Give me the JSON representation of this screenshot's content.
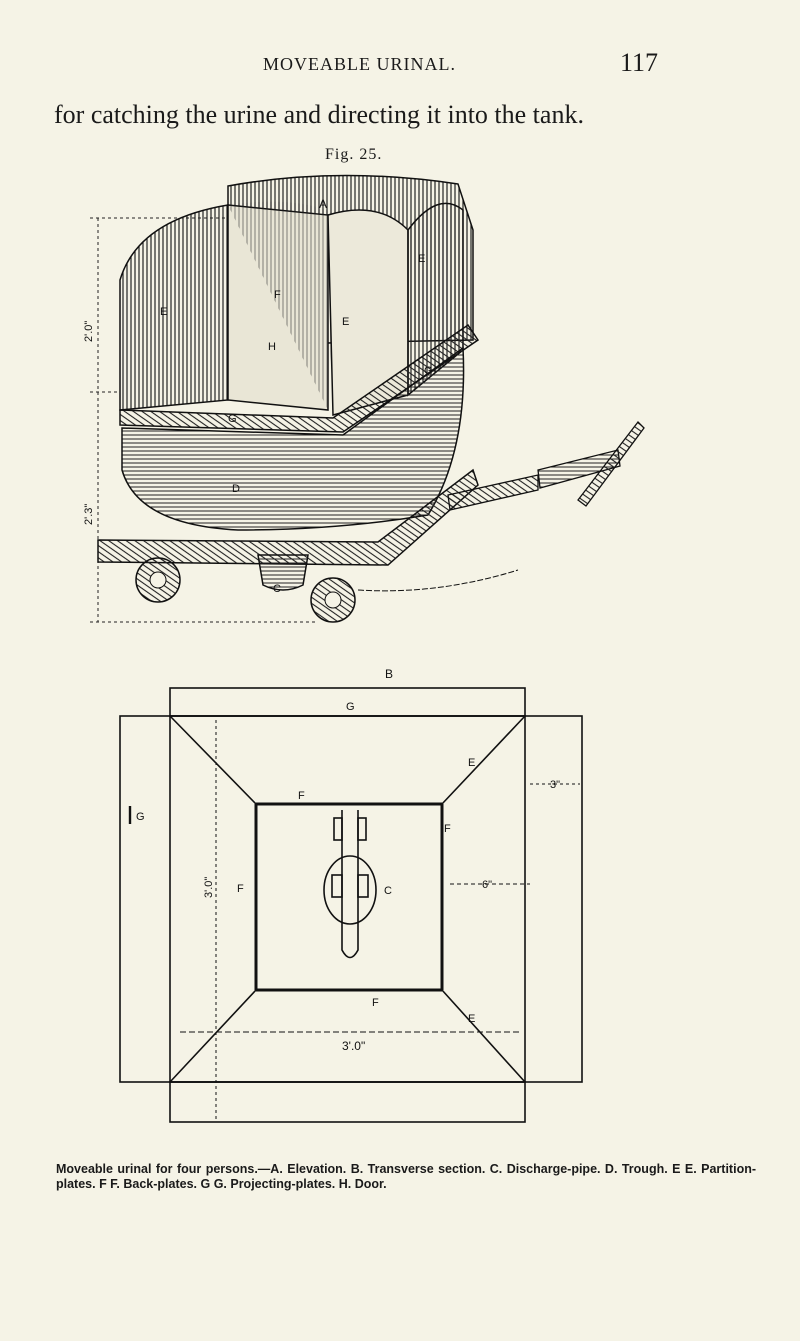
{
  "header": {
    "running_title": "MOVEABLE URINAL.",
    "page_number": "117"
  },
  "body_text": {
    "lead_line": "for catching the urine and directing it into the tank."
  },
  "figure": {
    "label": "Fig. 25.",
    "elevation_labels": {
      "A": "A",
      "E1": "E",
      "E2": "E",
      "E3": "E",
      "F": "F",
      "H": "H",
      "G1": "G",
      "G2": "G",
      "D": "D",
      "C": "C",
      "height_top": "2'.0\"",
      "height_bottom": "2'.3\""
    },
    "plan_labels": {
      "B": "B",
      "G_top": "G",
      "G_left": "G",
      "E_top": "E",
      "E_bottom": "E",
      "F_top": "F",
      "F_left": "F",
      "F_bottom": "F",
      "F_right": "F",
      "C": "C",
      "dim_depth": "3'.0\"",
      "dim_width": "3'.0\"",
      "dim_six": "6\"",
      "dim_three": "3\""
    },
    "caption": "Moveable urinal for four persons.—A. Elevation. B. Transverse section. C. Discharge-pipe. D. Trough. E E. Partition-plates. F F. Back-plates. G G. Projecting-plates. H. Door."
  }
}
